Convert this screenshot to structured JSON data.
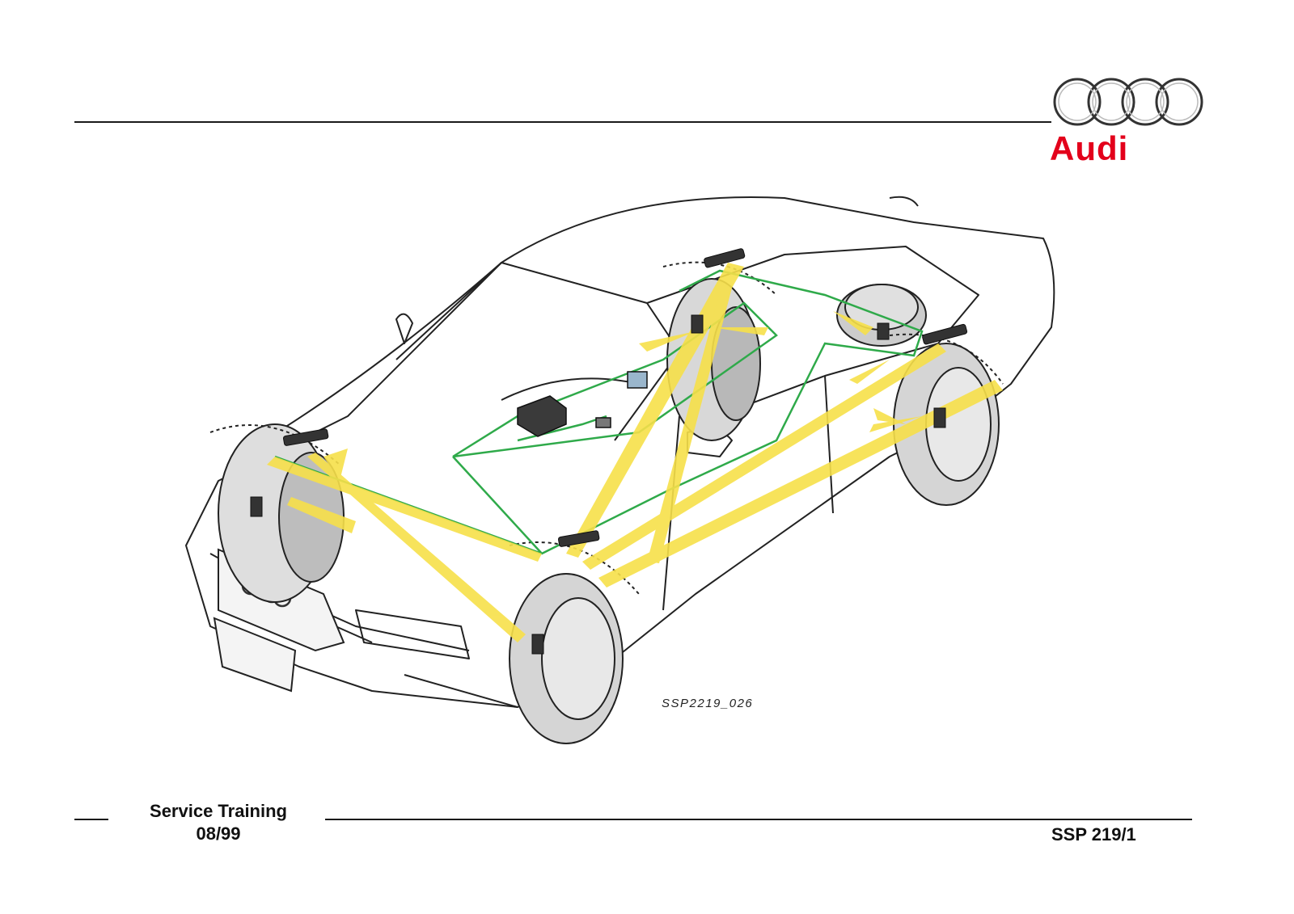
{
  "brand": {
    "name": "Audi",
    "logo_icon": "four-rings-icon",
    "color": "#e3001b"
  },
  "figure": {
    "id": "SSP2219_026",
    "colors": {
      "signal_beams": "#f7e04a",
      "wiring": "#2faa4a",
      "outline": "#222222"
    }
  },
  "footer": {
    "title_line1": "Service Training",
    "title_line2": "08/99",
    "code": "SSP 219/1"
  }
}
